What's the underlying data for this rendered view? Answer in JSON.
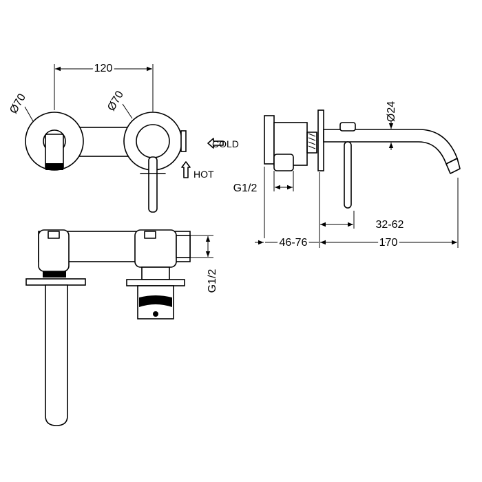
{
  "dimensions": {
    "width_spacing": "120",
    "left_diameter": "Ø70",
    "right_diameter": "Ø70",
    "spout_diameter": "Ø24",
    "thread_side": "G1/2",
    "thread_front": "G1/2",
    "wall_depth": "46-76",
    "spout_reach": "170",
    "handle_offset": "32-62"
  },
  "labels": {
    "cold": "COLD",
    "hot": "HOT"
  },
  "colors": {
    "stroke": "#000000",
    "background": "#ffffff"
  }
}
